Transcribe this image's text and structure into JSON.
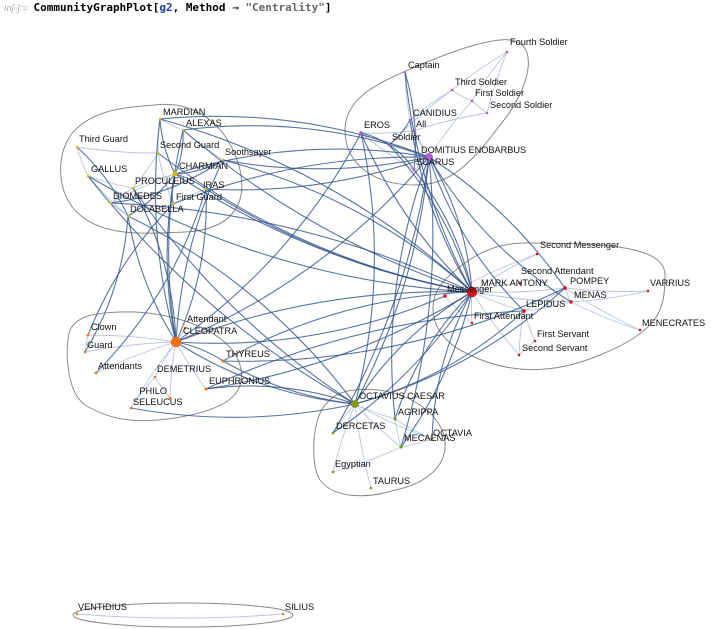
{
  "input": {
    "prompt_label": "In[◦]:=",
    "function_name": "CommunityGraphPlot",
    "open_bracket": "[",
    "arg_graph": "g2",
    "comma": ", ",
    "option_name": "Method",
    "rule_arrow": " → ",
    "option_value": "\"Centrality\"",
    "close_bracket": "]"
  },
  "colors": {
    "edge": "#2f5289",
    "edge_light": "#b9c6dc",
    "hull": "#8a8a8a",
    "enobarbus_cluster": "#b45cd0",
    "cleopatra_cluster_yellow": "#e0b800",
    "cleopatra_cluster_orange": "#f4700f",
    "antony_cluster": "#d0161b",
    "octavius_cluster": "#7e9a12",
    "isolated_cluster": "#d8882c"
  },
  "communities": [
    {
      "id": "enobarbus",
      "color": "#b45cd0",
      "nodes": [
        {
          "id": "fourth-soldier",
          "label": "Fourth Soldier",
          "size": 1
        },
        {
          "id": "captain",
          "label": "Captain",
          "size": 1
        },
        {
          "id": "third-soldier",
          "label": "Third Soldier",
          "size": 1
        },
        {
          "id": "first-soldier",
          "label": "First Soldier",
          "size": 1
        },
        {
          "id": "second-soldier",
          "label": "Second Soldier",
          "size": 1
        },
        {
          "id": "canidius",
          "label": "CANIDIUS",
          "size": 1
        },
        {
          "id": "eros",
          "label": "EROS",
          "size": 1.4
        },
        {
          "id": "all",
          "label": "All",
          "size": 1
        },
        {
          "id": "soldier",
          "label": "Soldier",
          "size": 1
        },
        {
          "id": "domitius-enobarbus",
          "label": "DOMITIUS ENOBARBUS",
          "size": 3
        },
        {
          "id": "scarus",
          "label": "SCARUS",
          "size": 1.2
        }
      ]
    },
    {
      "id": "court",
      "color": "#e0b800",
      "nodes": [
        {
          "id": "mardian",
          "label": "MARDIAN",
          "size": 1
        },
        {
          "id": "alexas",
          "label": "ALEXAS",
          "size": 1
        },
        {
          "id": "third-guard",
          "label": "Third Guard",
          "size": 1
        },
        {
          "id": "second-guard",
          "label": "Second Guard",
          "size": 1
        },
        {
          "id": "soothsayer",
          "label": "Soothsayer",
          "size": 1
        },
        {
          "id": "charmian",
          "label": "CHARMIAN",
          "size": 2
        },
        {
          "id": "gallus",
          "label": "GALLUS",
          "size": 1
        },
        {
          "id": "proculeius",
          "label": "PROCULEIUS",
          "size": 1
        },
        {
          "id": "iras",
          "label": "IRAS",
          "size": 1
        },
        {
          "id": "diomedes",
          "label": "DIOMEDES",
          "size": 1
        },
        {
          "id": "first-guard",
          "label": "First Guard",
          "size": 1
        },
        {
          "id": "dolabella",
          "label": "DOLABELLA",
          "size": 1
        }
      ]
    },
    {
      "id": "antony",
      "color": "#d0161b",
      "nodes": [
        {
          "id": "second-messenger",
          "label": "Second Messenger",
          "size": 1
        },
        {
          "id": "second-attendant",
          "label": "Second Attendant",
          "size": 1
        },
        {
          "id": "mark-antony",
          "label": "MARK ANTONY",
          "size": 4
        },
        {
          "id": "messenger",
          "label": "Messenger",
          "size": 1.3
        },
        {
          "id": "pompey",
          "label": "POMPEY",
          "size": 1.4
        },
        {
          "id": "varrius",
          "label": "VARRIUS",
          "size": 1
        },
        {
          "id": "menas",
          "label": "MENAS",
          "size": 1.3
        },
        {
          "id": "lepidus",
          "label": "LEPIDUS",
          "size": 1.4
        },
        {
          "id": "first-attendant",
          "label": "First Attendant",
          "size": 1
        },
        {
          "id": "menecrates",
          "label": "MENECRATES",
          "size": 1
        },
        {
          "id": "first-servant",
          "label": "First Servant",
          "size": 1
        },
        {
          "id": "second-servant",
          "label": "Second Servant",
          "size": 1
        }
      ]
    },
    {
      "id": "cleopatra",
      "color": "#f4700f",
      "nodes": [
        {
          "id": "clown",
          "label": "Clown",
          "size": 1
        },
        {
          "id": "attendant",
          "label": "Attendant",
          "size": 1
        },
        {
          "id": "cleopatra",
          "label": "CLEOPATRA",
          "size": 4
        },
        {
          "id": "guard",
          "label": "Guard",
          "size": 1
        },
        {
          "id": "thyreus",
          "label": "THYREUS",
          "size": 1.2
        },
        {
          "id": "attendants",
          "label": "Attendants",
          "size": 1
        },
        {
          "id": "demetrius",
          "label": "DEMETRIUS",
          "size": 1
        },
        {
          "id": "euphronius",
          "label": "EUPHRONIUS",
          "size": 1.2
        },
        {
          "id": "philo",
          "label": "PHILO",
          "size": 1
        },
        {
          "id": "seleucus",
          "label": "SELEUCUS",
          "size": 1
        }
      ]
    },
    {
      "id": "octavius",
      "color": "#7e9a12",
      "nodes": [
        {
          "id": "octavius-caesar",
          "label": "OCTAVIUS CAESAR",
          "size": 3
        },
        {
          "id": "agrippa",
          "label": "AGRIPPA",
          "size": 1.2
        },
        {
          "id": "dercetas",
          "label": "DERCETAS",
          "size": 1
        },
        {
          "id": "octavia",
          "label": "OCTAVIA",
          "size": 1
        },
        {
          "id": "mecaenas",
          "label": "MECAENAS",
          "size": 1.2
        },
        {
          "id": "egyptian",
          "label": "Egyptian",
          "size": 1
        },
        {
          "id": "taurus",
          "label": "TAURUS",
          "size": 1
        }
      ]
    },
    {
      "id": "isolated",
      "color": "#d8882c",
      "nodes": [
        {
          "id": "ventidius",
          "label": "VENTIDIUS",
          "size": 1
        },
        {
          "id": "silius",
          "label": "SILIUS",
          "size": 1
        }
      ]
    }
  ],
  "edges_strong": [
    [
      "cleopatra",
      "mark-antony"
    ],
    [
      "cleopatra",
      "domitius-enobarbus"
    ],
    [
      "cleopatra",
      "charmian"
    ],
    [
      "cleopatra",
      "octavius-caesar"
    ],
    [
      "cleopatra",
      "alexas"
    ],
    [
      "cleopatra",
      "iras"
    ],
    [
      "cleopatra",
      "mardian"
    ],
    [
      "cleopatra",
      "proculeius"
    ],
    [
      "cleopatra",
      "dolabella"
    ],
    [
      "cleopatra",
      "eros"
    ],
    [
      "cleopatra",
      "thyreus"
    ],
    [
      "cleopatra",
      "messenger"
    ],
    [
      "cleopatra",
      "soothsayer"
    ],
    [
      "mark-antony",
      "domitius-enobarbus"
    ],
    [
      "mark-antony",
      "charmian"
    ],
    [
      "mark-antony",
      "octavius-caesar"
    ],
    [
      "mark-antony",
      "eros"
    ],
    [
      "mark-antony",
      "scarus"
    ],
    [
      "mark-antony",
      "alexas"
    ],
    [
      "mark-antony",
      "mardian"
    ],
    [
      "mark-antony",
      "iras"
    ],
    [
      "mark-antony",
      "soothsayer"
    ],
    [
      "mark-antony",
      "canidius"
    ],
    [
      "mark-antony",
      "soldier"
    ],
    [
      "mark-antony",
      "dercetas"
    ],
    [
      "mark-antony",
      "thyreus"
    ],
    [
      "mark-antony",
      "euphronius"
    ],
    [
      "mark-antony",
      "agrippa"
    ],
    [
      "mark-antony",
      "mecaenas"
    ],
    [
      "mark-antony",
      "octavia"
    ],
    [
      "mark-antony",
      "captain"
    ],
    [
      "domitius-enobarbus",
      "charmian"
    ],
    [
      "domitius-enobarbus",
      "octavius-caesar"
    ],
    [
      "domitius-enobarbus",
      "alexas"
    ],
    [
      "domitius-enobarbus",
      "soothsayer"
    ],
    [
      "domitius-enobarbus",
      "agrippa"
    ],
    [
      "domitius-enobarbus",
      "mecaenas"
    ],
    [
      "domitius-enobarbus",
      "lepidus"
    ],
    [
      "domitius-enobarbus",
      "pompey"
    ],
    [
      "domitius-enobarbus",
      "menas"
    ],
    [
      "domitius-enobarbus",
      "iras"
    ],
    [
      "domitius-enobarbus",
      "mardian"
    ],
    [
      "domitius-enobarbus",
      "dercetas"
    ],
    [
      "octavius-caesar",
      "lepidus"
    ],
    [
      "octavius-caesar",
      "proculeius"
    ],
    [
      "octavius-caesar",
      "dolabella"
    ],
    [
      "octavius-caesar",
      "gallus"
    ],
    [
      "octavius-caesar",
      "eros"
    ],
    [
      "octavius-caesar",
      "thyreus"
    ],
    [
      "octavius-caesar",
      "euphronius"
    ],
    [
      "octavius-caesar",
      "seleucus"
    ],
    [
      "octavius-caesar",
      "pompey"
    ],
    [
      "charmian",
      "iras"
    ],
    [
      "charmian",
      "alexas"
    ],
    [
      "charmian",
      "mardian"
    ],
    [
      "charmian",
      "soothsayer"
    ],
    [
      "charmian",
      "dolabella"
    ],
    [
      "charmian",
      "first-guard"
    ],
    [
      "eros",
      "soldier"
    ],
    [
      "scarus",
      "soldier"
    ],
    [
      "canidius",
      "soldier"
    ],
    [
      "guard",
      "dolabella"
    ],
    [
      "clown",
      "first-guard"
    ],
    [
      "attendants",
      "iras"
    ],
    [
      "third-guard",
      "dolabella"
    ],
    [
      "diomedes",
      "soothsayer"
    ],
    [
      "diomedes",
      "mark-antony"
    ],
    [
      "gallus",
      "mark-antony"
    ],
    [
      "captain",
      "scarus"
    ],
    [
      "thyreus",
      "pompey"
    ],
    [
      "euphronius",
      "lepidus"
    ],
    [
      "second-guard",
      "mark-antony"
    ],
    [
      "first-guard",
      "domitius-enobarbus"
    ]
  ],
  "edges_weak": [
    [
      "fourth-soldier",
      "third-soldier"
    ],
    [
      "fourth-soldier",
      "first-soldier"
    ],
    [
      "fourth-soldier",
      "second-soldier"
    ],
    [
      "third-soldier",
      "first-soldier"
    ],
    [
      "first-soldier",
      "second-soldier"
    ],
    [
      "third-soldier",
      "canidius"
    ],
    [
      "second-soldier",
      "all"
    ],
    [
      "first-soldier",
      "domitius-enobarbus"
    ],
    [
      "third-soldier",
      "soldier"
    ],
    [
      "captain",
      "canidius"
    ],
    [
      "eros",
      "all"
    ],
    [
      "eros",
      "domitius-enobarbus"
    ],
    [
      "all",
      "domitius-enobarbus"
    ],
    [
      "canidius",
      "domitius-enobarbus"
    ],
    [
      "scarus",
      "domitius-enobarbus"
    ],
    [
      "eros",
      "scarus"
    ],
    [
      "mardian",
      "alexas"
    ],
    [
      "mardian",
      "second-guard"
    ],
    [
      "alexas",
      "soothsayer"
    ],
    [
      "third-guard",
      "second-guard"
    ],
    [
      "third-guard",
      "gallus"
    ],
    [
      "gallus",
      "proculeius"
    ],
    [
      "gallus",
      "dolabella"
    ],
    [
      "proculeius",
      "second-guard"
    ],
    [
      "proculeius",
      "diomedes"
    ],
    [
      "diomedes",
      "dolabella"
    ],
    [
      "iras",
      "first-guard"
    ],
    [
      "charmian",
      "proculeius"
    ],
    [
      "charmian",
      "diomedes"
    ],
    [
      "second-guard",
      "first-guard"
    ],
    [
      "second-messenger",
      "mark-antony"
    ],
    [
      "second-attendant",
      "mark-antony"
    ],
    [
      "pompey",
      "varrius"
    ],
    [
      "pompey",
      "menas"
    ],
    [
      "pompey",
      "menecrates"
    ],
    [
      "menas",
      "varrius"
    ],
    [
      "menas",
      "menecrates"
    ],
    [
      "lepidus",
      "menas"
    ],
    [
      "lepidus",
      "pompey"
    ],
    [
      "lepidus",
      "first-servant"
    ],
    [
      "lepidus",
      "second-servant"
    ],
    [
      "first-servant",
      "second-servant"
    ],
    [
      "mark-antony",
      "first-attendant"
    ],
    [
      "mark-antony",
      "lepidus"
    ],
    [
      "mark-antony",
      "pompey"
    ],
    [
      "mark-antony",
      "menas"
    ],
    [
      "messenger",
      "first-attendant"
    ],
    [
      "mark-antony",
      "second-servant"
    ],
    [
      "second-messenger",
      "messenger"
    ],
    [
      "cleopatra",
      "clown"
    ],
    [
      "cleopatra",
      "guard"
    ],
    [
      "cleopatra",
      "attendants"
    ],
    [
      "cleopatra",
      "demetrius"
    ],
    [
      "cleopatra",
      "philo"
    ],
    [
      "cleopatra",
      "seleucus"
    ],
    [
      "cleopatra",
      "euphronius"
    ],
    [
      "cleopatra",
      "attendant"
    ],
    [
      "demetrius",
      "philo"
    ],
    [
      "demetrius",
      "seleucus"
    ],
    [
      "clown",
      "guard"
    ],
    [
      "octavius-caesar",
      "agrippa"
    ],
    [
      "octavius-caesar",
      "dercetas"
    ],
    [
      "octavius-caesar",
      "mecaenas"
    ],
    [
      "octavius-caesar",
      "egyptian"
    ],
    [
      "octavius-caesar",
      "taurus"
    ],
    [
      "octavius-caesar",
      "octavia"
    ],
    [
      "agrippa",
      "mecaenas"
    ],
    [
      "mecaenas",
      "octavia"
    ],
    [
      "agrippa",
      "octavia"
    ],
    [
      "egyptian",
      "mecaenas"
    ],
    [
      "ventidius",
      "silius"
    ]
  ]
}
